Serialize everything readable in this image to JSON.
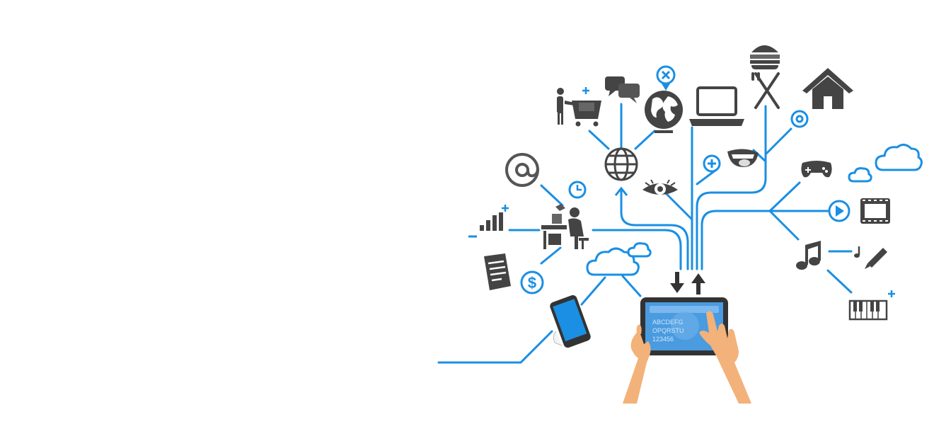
{
  "colors": {
    "line": "#1a8fe3",
    "icon": "#444444",
    "screen": "#4a9be0",
    "skin": "#f2b27a"
  },
  "tablet_screen": {
    "line1": "ABCDEFG",
    "line2": "OPQRSTU",
    "line3": "123456"
  },
  "icons": [
    "shopping-cart-person-icon",
    "chat-bubbles-icon",
    "map-pin-close-icon",
    "globe-icon",
    "laptop-icon",
    "fork-knife-icon",
    "burger-icon",
    "house-icon",
    "target-icon",
    "at-sign-icon",
    "clock-icon",
    "www-globe-icon",
    "eye-icon",
    "plus-circle-icon",
    "mouth-icon",
    "gamepad-icon",
    "cloud-icon",
    "play-circle-icon",
    "film-strip-icon",
    "signal-bars-icon",
    "office-worker-icon",
    "music-note-icon",
    "pencil-icon",
    "piano-keys-icon",
    "document-icon",
    "dollar-icon",
    "smartphone-icon",
    "tablet-icon",
    "arrow-down-icon",
    "arrow-up-icon"
  ]
}
